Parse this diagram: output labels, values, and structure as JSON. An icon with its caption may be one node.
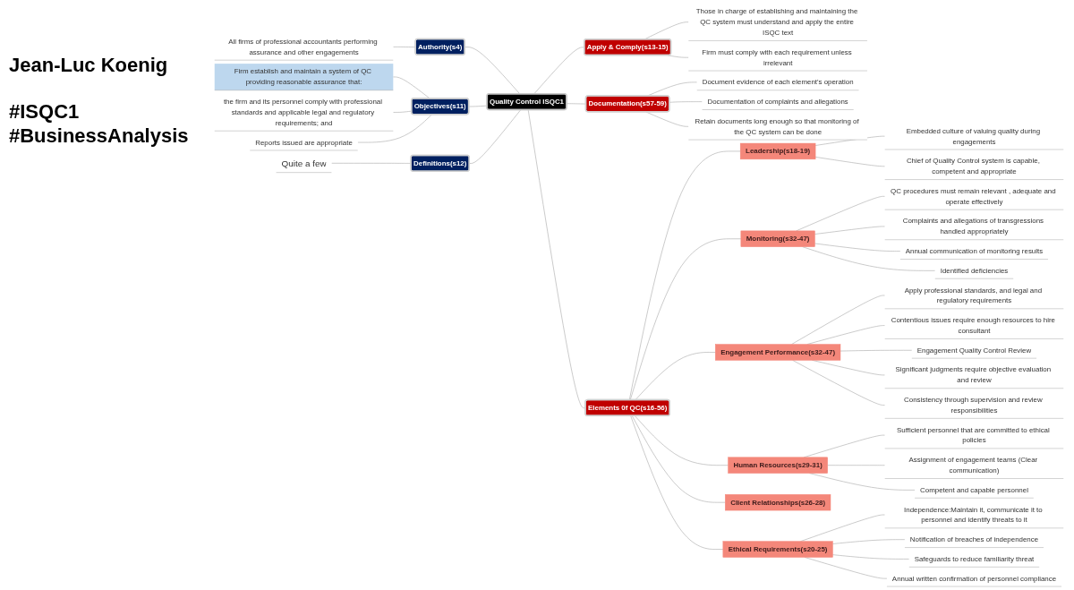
{
  "diagram": {
    "nodes": [
      {
        "text": [
          "Quality Control ISQC1"
        ]
      },
      {
        "text": [
          "Apply & Comply(s13-15)"
        ]
      },
      {
        "text": [
          "Those in charge of establishing and maintaining the QC system must understand and apply the entire ISQC text"
        ]
      },
      {
        "text": [
          "Firm must comply with each requirement unless irrelevant"
        ]
      },
      {
        "text": [
          "Documentation(s57-59)"
        ]
      },
      {
        "text": [
          "Document evidence of each element's operation"
        ]
      },
      {
        "text": [
          "Documentation of complaints and allegations"
        ]
      },
      {
        "text": [
          "Retain documents long enough so that monitoring of the QC system can be done"
        ]
      },
      {
        "text": [
          "Elements 0f QC(s16-56)"
        ]
      },
      {
        "text": [
          "Leadership(s18-19)"
        ]
      },
      {
        "text": [
          "Embedded culture of valuing quality during engagements"
        ]
      },
      {
        "text": [
          "Chief of Quality Control system is capable, competent and appropriate"
        ]
      },
      {
        "text": [
          "Monitoring(s32-47)"
        ]
      },
      {
        "text": [
          "QC procedures must remain relevant , adequate and operate effectively"
        ]
      },
      {
        "text": [
          "Complaints and allegations of transgressions handled appropriately"
        ]
      },
      {
        "text": [
          "Annual communication of monitoring results"
        ]
      },
      {
        "text": [
          "Identified deficiencies"
        ]
      },
      {
        "text": [
          "Engagement Performance(s32-47)"
        ]
      },
      {
        "text": [
          "Apply professional standards, and legal and regulatory requirements"
        ]
      },
      {
        "text": [
          "Contentious issues require enough resources to hire consultant"
        ]
      },
      {
        "text": [
          "Engagement Quality Control Review"
        ]
      },
      {
        "text": [
          "Significant judgments require objective evaluation and review"
        ]
      },
      {
        "text": [
          "Consistency through supervision and review responsibilities"
        ]
      },
      {
        "text": [
          "Human Resources(s29-31)"
        ]
      },
      {
        "text": [
          "Sufficient personnel that are committed to ethical policies"
        ]
      },
      {
        "text": [
          "Assignment of engagement teams (Clear communication)"
        ]
      },
      {
        "text": [
          "Competent and capable personnel"
        ]
      },
      {
        "text": [
          "Client Relationships(s26-28)"
        ]
      },
      {
        "text": [
          "Ethical Requirements(s20-25)"
        ]
      },
      {
        "text": [
          "Independence:Maintain it, communicate it to personnel and identify threats to it"
        ]
      },
      {
        "text": [
          "Notification of breaches of independence"
        ]
      },
      {
        "text": [
          "Safeguards to reduce familiarity threat"
        ]
      },
      {
        "text": [
          "Annual written confirmation of personnel compliance"
        ]
      },
      {
        "text": [
          "Authority(s4)"
        ]
      },
      {
        "text": [
          "All firms of professional accountants performing assurance and other engagements"
        ]
      },
      {
        "text": [
          "Objectives(s11)"
        ]
      },
      {
        "text": [
          "Firm establish and maintain a system of QC providing reasonable assurance that:"
        ]
      },
      {
        "text": [
          "the firm and its personnel comply with professional standards and applicable legal and regulatory requirements; and"
        ]
      },
      {
        "text": [
          "Reports issued are appropriate"
        ]
      },
      {
        "text": [
          "Definitions(s12)"
        ]
      },
      {
        "text": [
          "Quite a few"
        ]
      }
    ],
    "edges": [
      {
        "from": 0,
        "to": 1,
        "arrow": "none"
      },
      {
        "from": 1,
        "to": 2,
        "arrow": "none"
      },
      {
        "from": 1,
        "to": 3,
        "arrow": "none"
      },
      {
        "from": 0,
        "to": 4,
        "arrow": "none"
      },
      {
        "from": 4,
        "to": 5,
        "arrow": "none"
      },
      {
        "from": 4,
        "to": 6,
        "arrow": "none"
      },
      {
        "from": 4,
        "to": 7,
        "arrow": "none"
      },
      {
        "from": 0,
        "to": 8,
        "arrow": "none"
      },
      {
        "from": 8,
        "to": 9,
        "arrow": "none"
      },
      {
        "from": 9,
        "to": 10,
        "arrow": "none"
      },
      {
        "from": 9,
        "to": 11,
        "arrow": "none"
      },
      {
        "from": 8,
        "to": 12,
        "arrow": "none"
      },
      {
        "from": 12,
        "to": 13,
        "arrow": "none"
      },
      {
        "from": 12,
        "to": 14,
        "arrow": "none"
      },
      {
        "from": 12,
        "to": 15,
        "arrow": "none"
      },
      {
        "from": 12,
        "to": 16,
        "arrow": "none"
      },
      {
        "from": 8,
        "to": 17,
        "arrow": "none"
      },
      {
        "from": 17,
        "to": 18,
        "arrow": "none"
      },
      {
        "from": 17,
        "to": 19,
        "arrow": "none"
      },
      {
        "from": 17,
        "to": 20,
        "arrow": "none"
      },
      {
        "from": 17,
        "to": 21,
        "arrow": "none"
      },
      {
        "from": 17,
        "to": 22,
        "arrow": "none"
      },
      {
        "from": 8,
        "to": 23,
        "arrow": "none"
      },
      {
        "from": 23,
        "to": 24,
        "arrow": "none"
      },
      {
        "from": 23,
        "to": 25,
        "arrow": "none"
      },
      {
        "from": 23,
        "to": 26,
        "arrow": "none"
      },
      {
        "from": 8,
        "to": 27,
        "arrow": "none"
      },
      {
        "from": 8,
        "to": 28,
        "arrow": "none"
      },
      {
        "from": 28,
        "to": 29,
        "arrow": "none"
      },
      {
        "from": 28,
        "to": 30,
        "arrow": "none"
      },
      {
        "from": 28,
        "to": 31,
        "arrow": "none"
      },
      {
        "from": 28,
        "to": 32,
        "arrow": "none"
      },
      {
        "from": 0,
        "to": 33,
        "arrow": "none"
      },
      {
        "from": 33,
        "to": 34,
        "arrow": "none"
      },
      {
        "from": 0,
        "to": 35,
        "arrow": "none"
      },
      {
        "from": 35,
        "to": 36,
        "arrow": "none"
      },
      {
        "from": 35,
        "to": 37,
        "arrow": "none"
      },
      {
        "from": 35,
        "to": 38,
        "arrow": "none"
      },
      {
        "from": 0,
        "to": 39,
        "arrow": "none"
      },
      {
        "from": 39,
        "to": 40,
        "arrow": "none"
      }
    ],
    "labels": [
      "Jean-Luc Koenig",
      "#ISQC1",
      "#BusinessAnalysis"
    ]
  }
}
